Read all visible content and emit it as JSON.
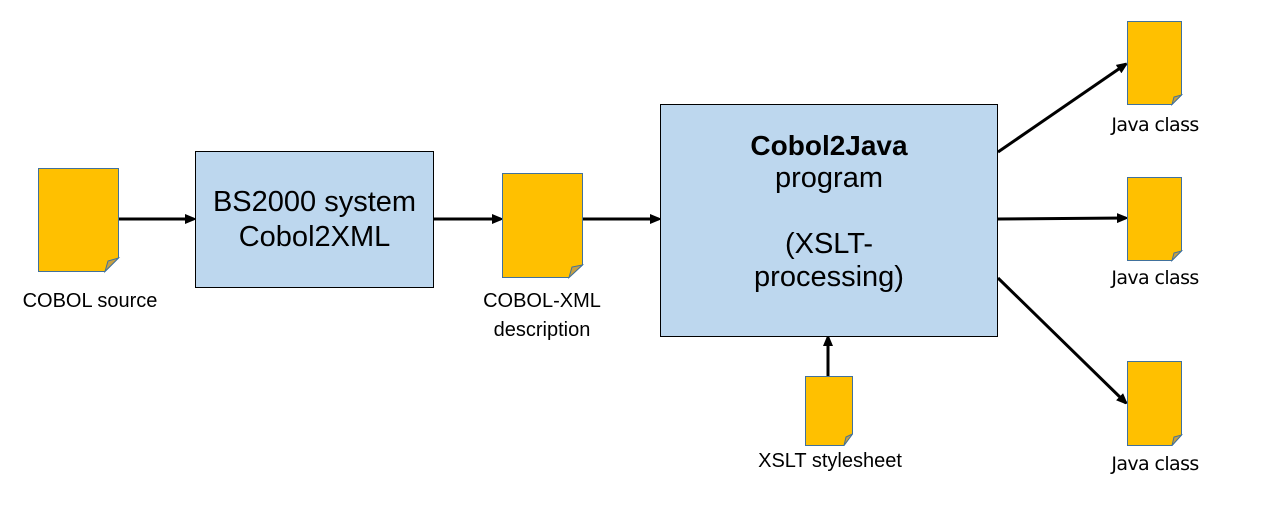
{
  "title": "Cobol2Java processing flow",
  "colors": {
    "document_fill": "#ffc000",
    "document_border": "#41719c",
    "process_fill": "#bdd7ee",
    "arrow": "#000000"
  },
  "nodes": {
    "cobol_source": {
      "label": "COBOL source",
      "icon": "document-icon"
    },
    "cobol2xml": {
      "line1": "BS2000 system",
      "line2": "Cobol2XML"
    },
    "cobol_xml": {
      "line1": "COBOL-XML",
      "line2": "description",
      "icon": "document-icon"
    },
    "cobol2java": {
      "title": "Cobol2Java",
      "line2": "program",
      "line3": "(XSLT-",
      "line4": "processing)"
    },
    "xslt": {
      "label": "XSLT stylesheet",
      "icon": "document-icon"
    },
    "java_classes": [
      {
        "label": "Java class",
        "icon": "document-icon"
      },
      {
        "label": "Java class",
        "icon": "document-icon"
      },
      {
        "label": "Java class",
        "icon": "document-icon"
      }
    ]
  },
  "edges": [
    {
      "from": "cobol_source",
      "to": "cobol2xml"
    },
    {
      "from": "cobol2xml",
      "to": "cobol_xml"
    },
    {
      "from": "cobol_xml",
      "to": "cobol2java"
    },
    {
      "from": "xslt",
      "to": "cobol2java"
    },
    {
      "from": "cobol2java",
      "to": "java_class_1"
    },
    {
      "from": "cobol2java",
      "to": "java_class_2"
    },
    {
      "from": "cobol2java",
      "to": "java_class_3"
    }
  ]
}
